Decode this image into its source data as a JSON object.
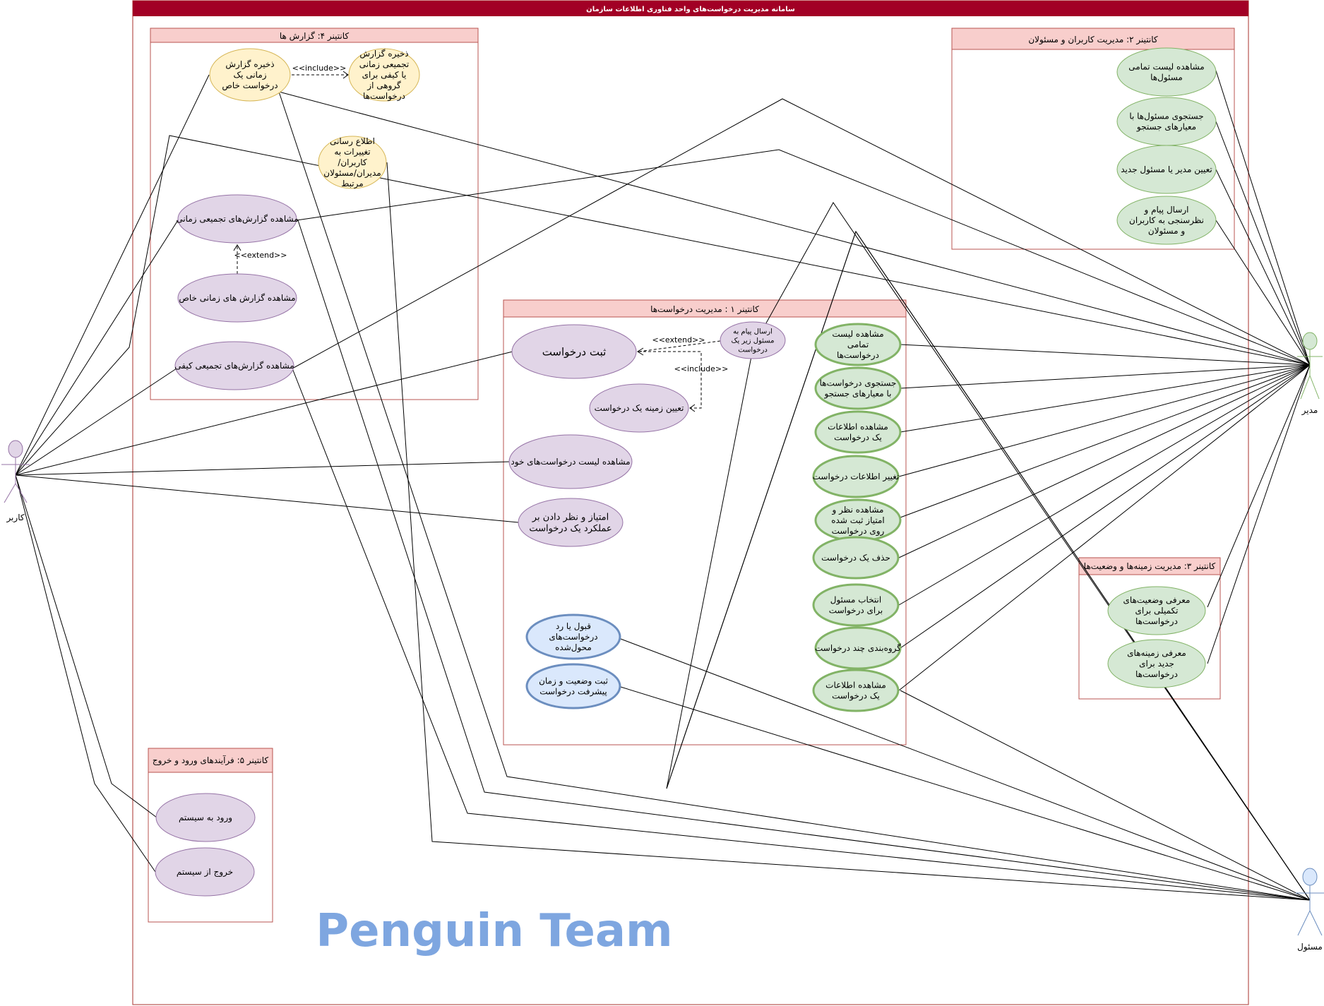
{
  "system_title": "سامانه مدیریت درخواست‌های واحد فناوری اطلاعات سازمان",
  "containers": {
    "reports": "کانتینر ۴: گزارش ها",
    "users": "کانتینر ۲: مدیریت کاربران و مسئولان",
    "requests": "کانتینر ۱ : مدیریت درخواست‌ها",
    "categories": "کانتینر ۳: مدیریت زمینه‌ها و وضعیت‌ها",
    "auth": "کانتینر ۵: فرآیندهای ورود و خروج"
  },
  "use_cases": {
    "uc_save_time_report": "ذخیره گزارش زمانی یک درخواست خاص",
    "uc_save_agg_report": "ذخیره گزارش تجمیعی زمانی یا کیفی برای گروهی از درخواست‌ها",
    "uc_notify_changes": "اطلاع رسانی تغییرات به کاربران/ مدیران/مسئولان مرتبط",
    "uc_view_agg_time": "مشاهده گزارش‌های تجمیعی زمانی",
    "uc_view_specific_time": "مشاهده گزارش های زمانی خاص",
    "uc_view_agg_quality": "مشاهده گزارش‌های تجمیعی کیفی",
    "uc_view_all_officers": "مشاهده لیست تمامی مسئول‌ها",
    "uc_search_officers": "جستجوی مسئول‌ها با معیارهای جستجو",
    "uc_assign_manager": "تعیین مدیر یا مسئول جدید",
    "uc_send_survey": "ارسال پیام و نظرسنجی به کاربران و مسئولان",
    "uc_register_request": "ثبت درخواست",
    "uc_send_message": "ارسال پیام به مسئول زیر یک درخواست",
    "uc_set_category": "تعیین زمینه یک درخواست",
    "uc_view_own_requests": "مشاهده لیست درخواست‌های خود",
    "uc_rate_request": "امتیاز و نظر دادن بر عملکرد یک درخواست",
    "uc_accept_reject": "قبول یا رد درخواست‌های محول‌شده",
    "uc_record_status": "ثبت وضعیت و زمان پیشرفت درخواست",
    "uc_view_all_requests": "مشاهده لیست تمامی درخواست‌ها",
    "uc_search_requests": "جستجوی درخواست‌ها با معیارهای جستجو",
    "uc_view_request_info": "مشاهده اطلاعات یک درخواست",
    "uc_change_request_info": "تغییر اطلاعات درخواست",
    "uc_view_ratings": "مشاهده نظر و امتیاز ثبت شده روی درخواست",
    "uc_delete_request": "حذف یک درخواست",
    "uc_select_officer": "انتخاب مسئول برای درخواست",
    "uc_group_requests": "گروه‌بندی چند درخواست",
    "uc_view_request_info_2": "مشاهده اطلاعات یک درخواست",
    "uc_add_statuses": "معرفی وضعیت‌های تکمیلی برای درخواست‌ها",
    "uc_add_categories": "معرفی زمینه‌های جدید برای درخواست‌ها",
    "uc_login": "ورود به سیستم",
    "uc_logout": "خروج از سیستم"
  },
  "stereotypes": {
    "include": "<<include>>",
    "extend": "<<extend>>"
  },
  "actors": {
    "user": "کاربر",
    "manager": "مدیر",
    "officer": "مسئول"
  },
  "brand": "Penguin Team",
  "colors": {
    "title_bar": "#a20025",
    "container_header": "#f8cecc",
    "container_border": "#b85450",
    "purple_fill": "#e1d5e7",
    "purple_border": "#9673a6",
    "yellow_fill": "#fff2cc",
    "yellow_border": "#d6b656",
    "green_fill": "#d5e8d4",
    "green_border": "#82b366",
    "blue_fill": "#dae8fc",
    "blue_border": "#6c8ebf",
    "brand": "#7ea6e0"
  }
}
